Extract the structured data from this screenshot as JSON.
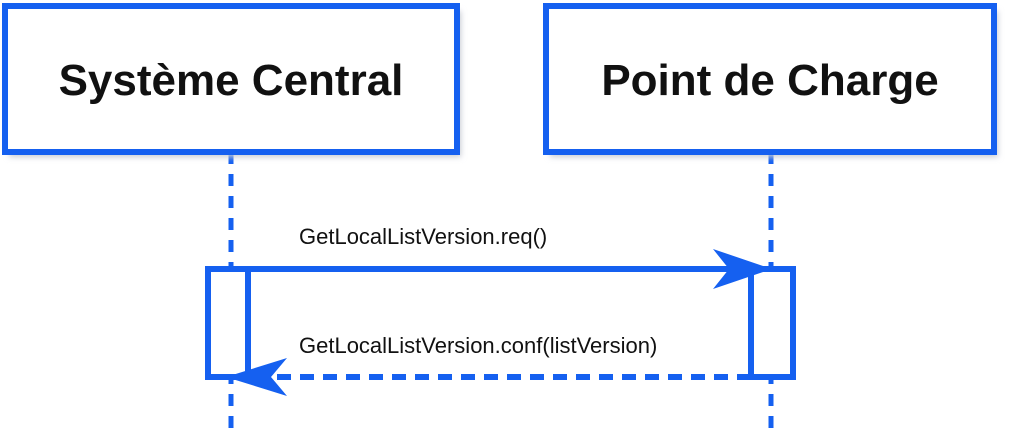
{
  "participants": [
    {
      "name": "Système Central"
    },
    {
      "name": "Point de Charge"
    }
  ],
  "messages": [
    {
      "label": "GetLocalListVersion.req()",
      "from": "Système Central",
      "to": "Point de Charge",
      "style": "solid"
    },
    {
      "label": "GetLocalListVersion.conf(listVersion)",
      "from": "Point de Charge",
      "to": "Système Central",
      "style": "dashed"
    }
  ],
  "colors": {
    "accent": "#1560f0",
    "shadow": "#c8ccd4",
    "text": "#111111",
    "background": "#ffffff"
  }
}
